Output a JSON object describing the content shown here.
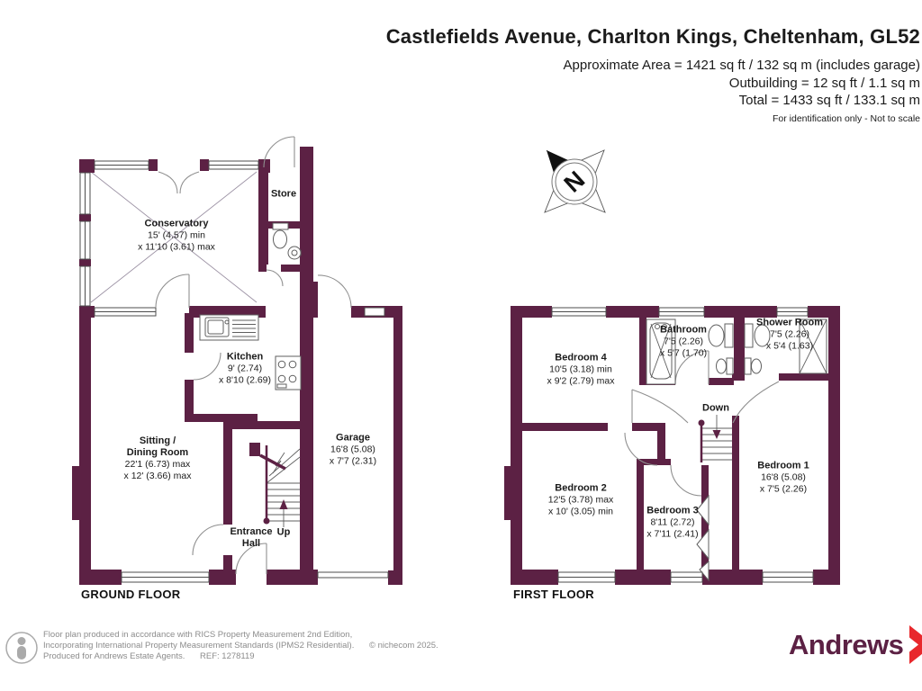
{
  "header": {
    "title": "Castlefields Avenue, Charlton Kings, Cheltenham, GL52",
    "area1": "Approximate Area = 1421 sq ft / 132 sq m (includes garage)",
    "area2": "Outbuilding = 12 sq ft / 1.1 sq m",
    "area3": "Total = 1433 sq ft / 133.1 sq m",
    "note": "For identification only - Not to scale"
  },
  "compass": {
    "n": "N"
  },
  "ground": {
    "label": "GROUND FLOOR",
    "rooms": {
      "conservatory": {
        "name": "Conservatory",
        "dim1": "15' (4.57) min",
        "dim2": "x 11'10 (3.61) max"
      },
      "store": {
        "name": "Store"
      },
      "kitchen": {
        "name": "Kitchen",
        "dim1": "9' (2.74)",
        "dim2": "x 8'10 (2.69)"
      },
      "sitting": {
        "name": "Sitting /",
        "name2": "Dining Room",
        "dim1": "22'1 (6.73) max",
        "dim2": "x 12' (3.66) max"
      },
      "entrance": {
        "name": "Entrance",
        "name2": "Hall"
      },
      "garage": {
        "name": "Garage",
        "dim1": "16'8 (5.08)",
        "dim2": "x 7'7 (2.31)"
      },
      "up_label": "Up"
    }
  },
  "first": {
    "label": "FIRST FLOOR",
    "rooms": {
      "bedroom4": {
        "name": "Bedroom 4",
        "dim1": "10'5 (3.18) min",
        "dim2": "x 9'2 (2.79) max"
      },
      "bathroom": {
        "name": "Bathroom",
        "dim1": "7'5 (2.26)",
        "dim2": "x 5'7 (1.70)"
      },
      "shower": {
        "name": "Shower Room",
        "dim1": "7'5 (2.26)",
        "dim2": "x 5'4 (1.63)"
      },
      "bedroom2": {
        "name": "Bedroom 2",
        "dim1": "12'5 (3.78) max",
        "dim2": "x 10' (3.05) min"
      },
      "bedroom3": {
        "name": "Bedroom 3",
        "dim1": "8'11 (2.72)",
        "dim2": "x 7'11 (2.41)"
      },
      "bedroom1": {
        "name": "Bedroom 1",
        "dim1": "16'8 (5.08)",
        "dim2": "x 7'5 (2.26)"
      },
      "down_label": "Down"
    }
  },
  "footer": {
    "line1": "Floor plan produced in accordance with RICS Property Measurement 2nd Edition,",
    "line2": "Incorporating International Property Measurement Standards (IPMS2 Residential).",
    "copyright": "© nichecom 2025.",
    "line3": "Produced for Andrews Estate Agents.",
    "ref": "REF: 1278119",
    "brand": "Andrews"
  },
  "colors": {
    "wall": "#5c2144",
    "brand_red": "#e8282c",
    "footer_gray": "#8c8c8c"
  }
}
